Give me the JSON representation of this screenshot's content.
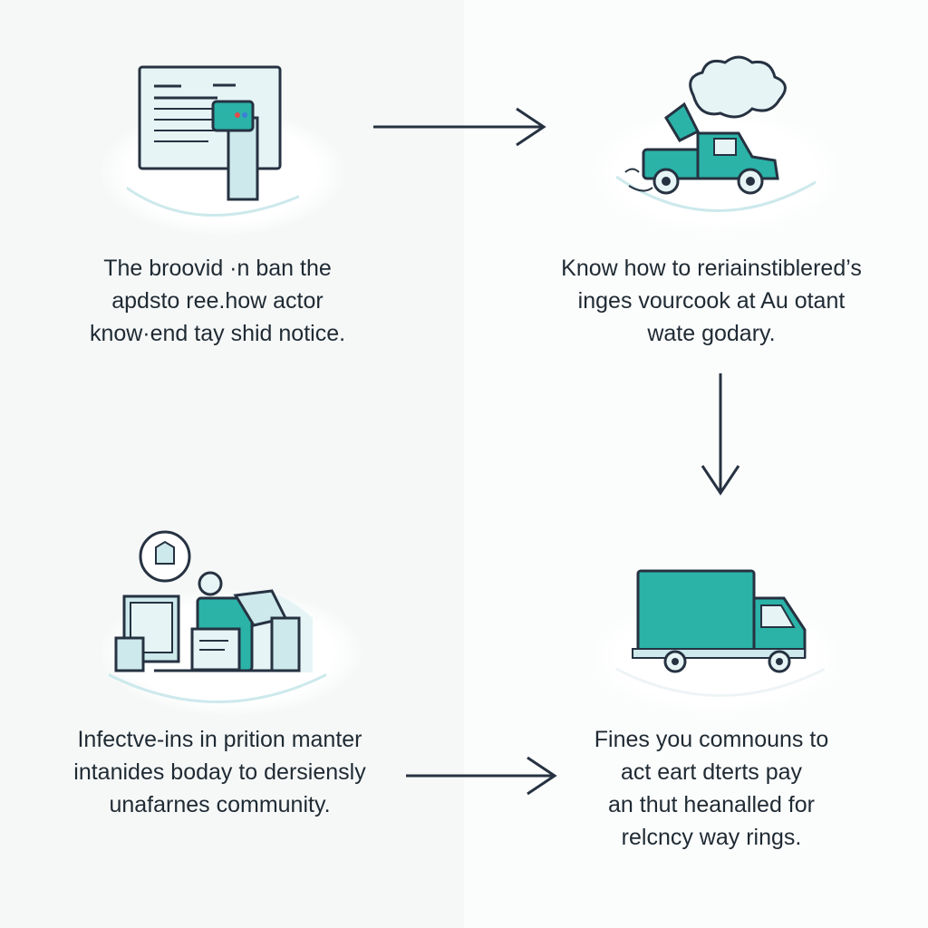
{
  "steps": [
    {
      "lines": [
        "The broovid ·n ban the",
        "apdsto ree.how actor",
        "know·end tay shid notice."
      ]
    },
    {
      "lines": [
        "Know how to reriainstiblered’s",
        "inges vourcook at Au otant",
        "wate godary."
      ]
    },
    {
      "lines": [
        "Infectve-ins in prition manter",
        "intanides boday to dersiensly",
        "unafarnes community."
      ]
    },
    {
      "lines": [
        "Fines you comnouns to",
        "act eart dterts pay",
        "an thut heanalled for",
        "relcncy way rings."
      ]
    }
  ],
  "icons": {
    "step1": "document-chat-icon",
    "step2": "truck-cloud-icon",
    "step3": "office-workspace-icon",
    "step4": "delivery-truck-icon"
  },
  "colors": {
    "teal": "#20b8ad",
    "teal_light": "#cde9ec",
    "outline": "#263241",
    "text": "#1f2a33"
  }
}
